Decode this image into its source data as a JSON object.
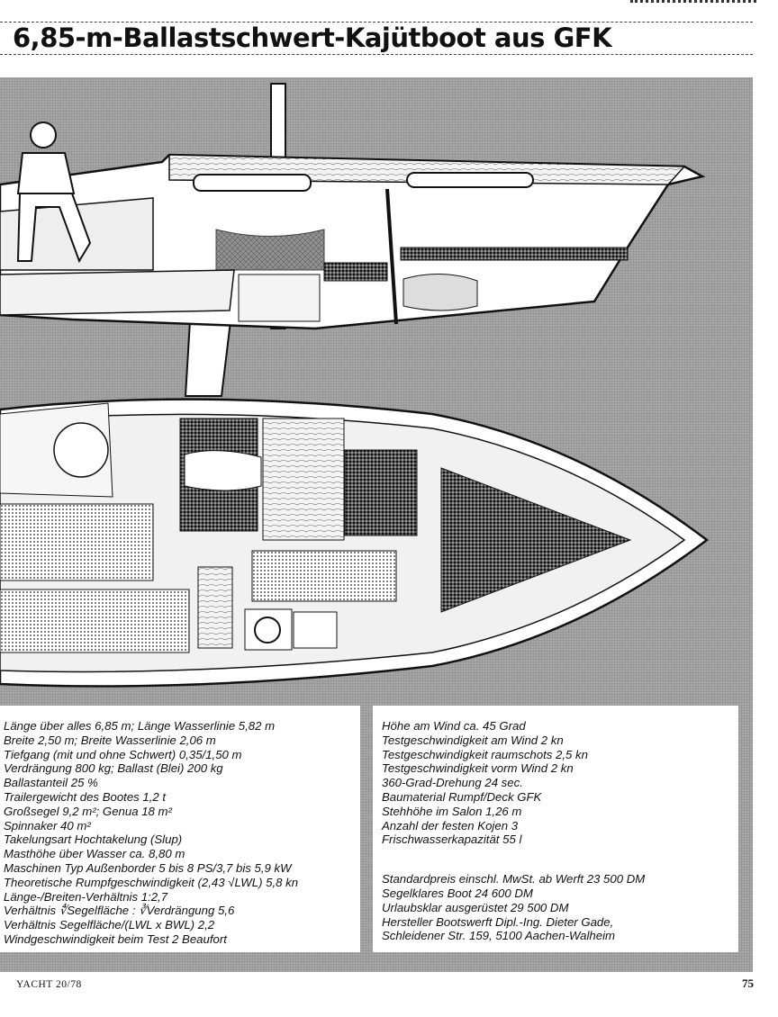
{
  "header": {
    "title": "6,85-m-Ballastschwert-Kajütboot aus GFK"
  },
  "illustration": {
    "description_icon": "sailboat-cutaway-drawing",
    "background_color": "#a7a7a7"
  },
  "specs_left": [
    "Länge über alles 6,85 m; Länge Wasserlinie 5,82 m",
    "Breite 2,50 m; Breite Wasserlinie 2,06 m",
    "Tiefgang (mit und ohne Schwert) 0,35/1,50 m",
    "Verdrängung 800 kg; Ballast (Blei) 200 kg",
    "Ballastanteil 25 %",
    "Trailergewicht des Bootes 1,2 t",
    "Großsegel 9,2 m²; Genua 18 m²",
    "Spinnaker 40 m²",
    "Takelungsart Hochtakelung (Slup)",
    "Masthöhe über Wasser ca. 8,80 m",
    "Maschinen Typ Außenborder 5 bis 8 PS/3,7 bis 5,9 kW",
    "Theoretische Rumpfgeschwindigkeit (2,43 √LWL) 5,8 kn",
    "Länge-/Breiten-Verhältnis 1:2,7",
    "Verhältnis ∜Segelfläche : ∛Verdrängung 5,6",
    "Verhältnis Segelfläche/(LWL x BWL) 2,2",
    "Windgeschwindigkeit beim Test 2 Beaufort"
  ],
  "specs_right_top": [
    "Höhe am Wind ca. 45 Grad",
    "Testgeschwindigkeit am Wind 2 kn",
    "Testgeschwindigkeit raumschots 2,5 kn",
    "Testgeschwindigkeit vorm Wind 2 kn",
    "360-Grad-Drehung 24 sec.",
    "Baumaterial Rumpf/Deck GFK",
    "Stehhöhe im Salon 1,26 m",
    "Anzahl der festen Kojen 3",
    "Frischwasserkapazität 55 l"
  ],
  "specs_right_bottom": [
    "Standardpreis einschl. MwSt. ab Werft 23 500 DM",
    "Segelklares Boot 24 600 DM",
    "Urlaubsklar ausgerüstet 29 500 DM",
    "Hersteller Bootswerft Dipl.-Ing. Dieter Gade,",
    "Schleidener Str. 159, 5100 Aachen-Walheim"
  ],
  "footer": {
    "magazine": "YACHT 20/78",
    "page_number": "75"
  }
}
